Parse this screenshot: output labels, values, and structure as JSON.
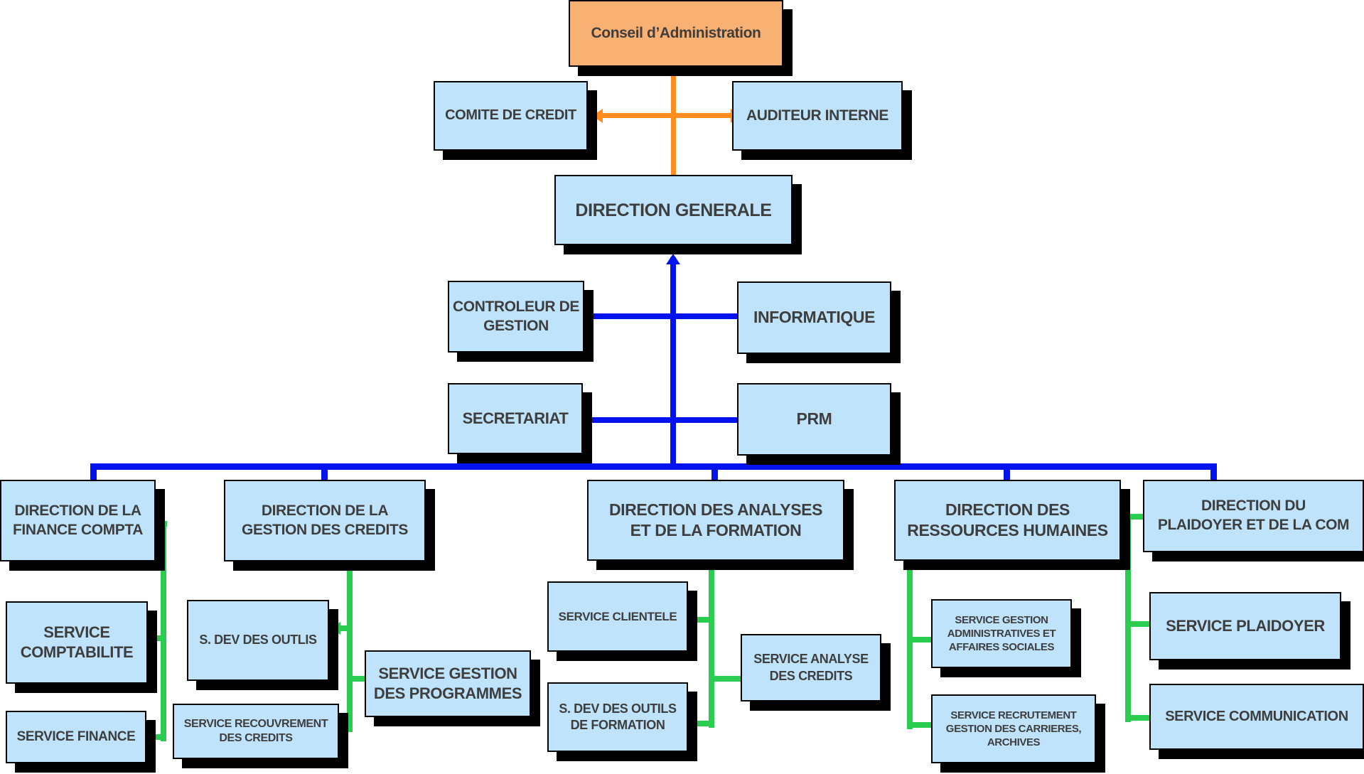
{
  "title": "Organigramme",
  "colors": {
    "box_fill": "#BEE3FA",
    "root_fill": "#F9B173",
    "orange_line": "#FF8C1E",
    "blue_line": "#0013EE",
    "green_line": "#2BCD51",
    "text": "#3E3E3E",
    "shadow": "#000000"
  },
  "nodes": {
    "conseil": {
      "label": "Conseil d’Administration"
    },
    "comite_credit": {
      "label": "COMITE DE CREDIT"
    },
    "auditeur_interne": {
      "label": "AUDITEUR INTERNE"
    },
    "direction_generale": {
      "label": "DIRECTION GENERALE"
    },
    "controleur_gestion": {
      "label": "CONTROLEUR DE\nGESTION"
    },
    "informatique": {
      "label": "INFORMATIQUE"
    },
    "secretariat": {
      "label": "SECRETARIAT"
    },
    "prm": {
      "label": "PRM"
    },
    "dir_finance_compta": {
      "label": "DIRECTION DE LA\nFINANCE COMPTA"
    },
    "dir_gestion_credits": {
      "label": "DIRECTION DE LA\nGESTION DES CREDITS"
    },
    "dir_analyses_formation": {
      "label": "DIRECTION DES ANALYSES\nET DE LA FORMATION"
    },
    "dir_ressources_humaines": {
      "label": "DIRECTION DES\nRESSOURCES HUMAINES"
    },
    "dir_plaidoyer_com": {
      "label": "DIRECTION DU\nPLAIDOYER ET DE LA COM"
    },
    "service_comptabilite": {
      "label": "SERVICE\nCOMPTABILITE"
    },
    "service_finance": {
      "label": "SERVICE FINANCE"
    },
    "s_dev_outlis": {
      "label": "S. DEV DES OUTLIS"
    },
    "service_recouvrement_credits": {
      "label": "SERVICE RECOUVREMENT\nDES CREDITS"
    },
    "service_gestion_programmes": {
      "label": "SERVICE GESTION\nDES PROGRAMMES"
    },
    "service_clientele": {
      "label": "SERVICE CLIENTELE"
    },
    "s_dev_outils_formation": {
      "label": "S. DEV DES OUTILS\nDE FORMATION"
    },
    "service_analyse_credits": {
      "label": "SERVICE ANALYSE\nDES CREDITS"
    },
    "service_gestion_administratives": {
      "label": "SERVICE GESTION\nADMINISTRATIVES ET\nAFFAIRES SOCIALES"
    },
    "service_recrutement": {
      "label": "SERVICE RECRUTEMENT\nGESTION DES CARRIERES,\nARCHIVES"
    },
    "service_plaidoyer": {
      "label": "SERVICE PLAIDOYER"
    },
    "service_communication": {
      "label": "SERVICE COMMUNICATION"
    }
  }
}
